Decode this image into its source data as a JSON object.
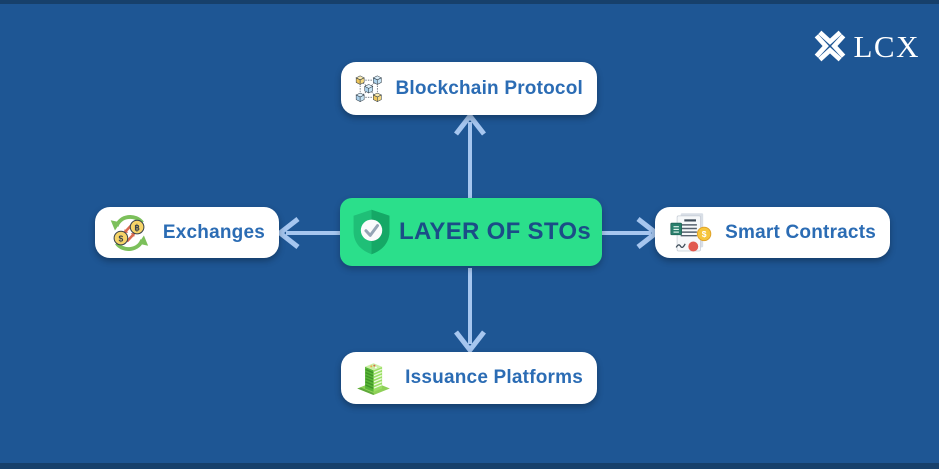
{
  "brand": {
    "text": "LCX"
  },
  "background": {
    "color": "#1E5694",
    "edge_strip_color": "#17406B"
  },
  "center_node": {
    "label": "LAYER OF STOs",
    "bg_color": "#2BDF8B",
    "text_color": "#1B4D87",
    "icon": "shield-check-icon"
  },
  "nodes": [
    {
      "position": "top",
      "label": "Blockchain Protocol",
      "icon": "blockchain-icon"
    },
    {
      "position": "right",
      "label": "Smart Contracts",
      "icon": "smart-contract-icon"
    },
    {
      "position": "bottom",
      "label": "Issuance Platforms",
      "icon": "issuance-platform-icon"
    },
    {
      "position": "left",
      "label": "Exchanges",
      "icon": "currency-exchange-icon"
    }
  ],
  "node_style": {
    "bg_color": "#FFFFFF",
    "text_color": "#2B6CB4"
  },
  "arrows": {
    "color": "#A6C6EF",
    "directions": [
      "up",
      "right",
      "down",
      "left"
    ]
  },
  "icon_glyphs": {
    "dollar": "$",
    "baht": "฿"
  }
}
